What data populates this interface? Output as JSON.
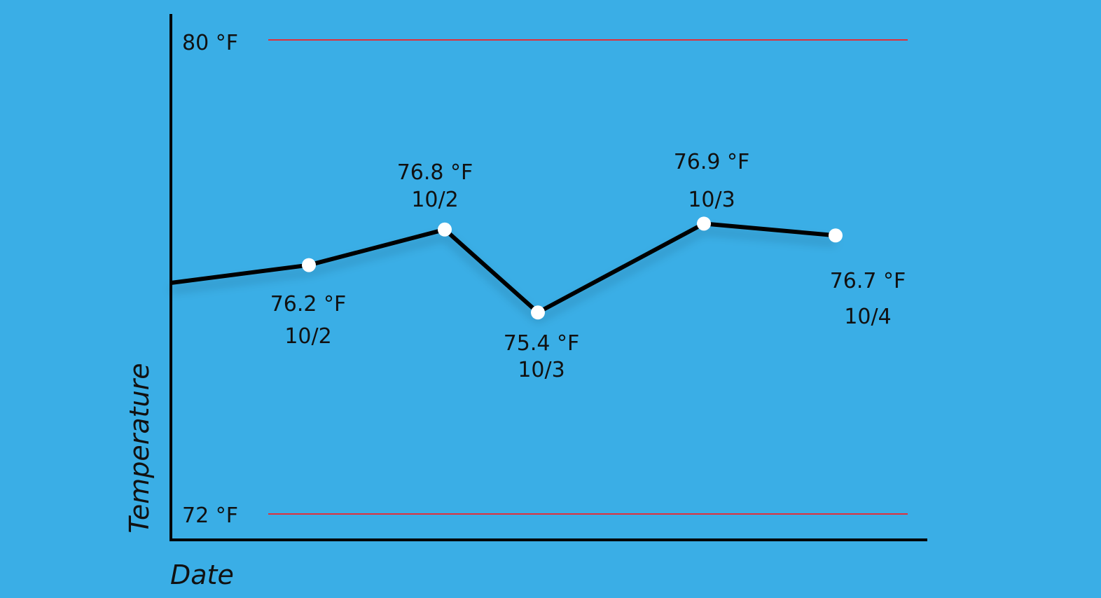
{
  "chart_data": {
    "type": "line",
    "xlabel": "Date",
    "ylabel": "Temperature",
    "ylim": [
      72,
      80
    ],
    "reference_lines": [
      {
        "value": 80,
        "label": "80 °F"
      },
      {
        "value": 72,
        "label": "72 °F"
      }
    ],
    "series": [
      {
        "points": [
          {
            "x": "10/2",
            "y": 76.2,
            "label": "76.2 °F"
          },
          {
            "x": "10/2",
            "y": 76.8,
            "label": "76.8 °F"
          },
          {
            "x": "10/3",
            "y": 75.4,
            "label": "75.4 °F"
          },
          {
            "x": "10/3",
            "y": 76.9,
            "label": "76.9 °F"
          },
          {
            "x": "10/4",
            "y": 76.7,
            "label": "76.7 °F"
          }
        ]
      }
    ],
    "grid": false,
    "legend": "none",
    "colors": {
      "background": "#3aaee6",
      "line": "#000000",
      "marker": "#ffffff",
      "reference_line": "#e0303a",
      "text": "#111111"
    }
  }
}
